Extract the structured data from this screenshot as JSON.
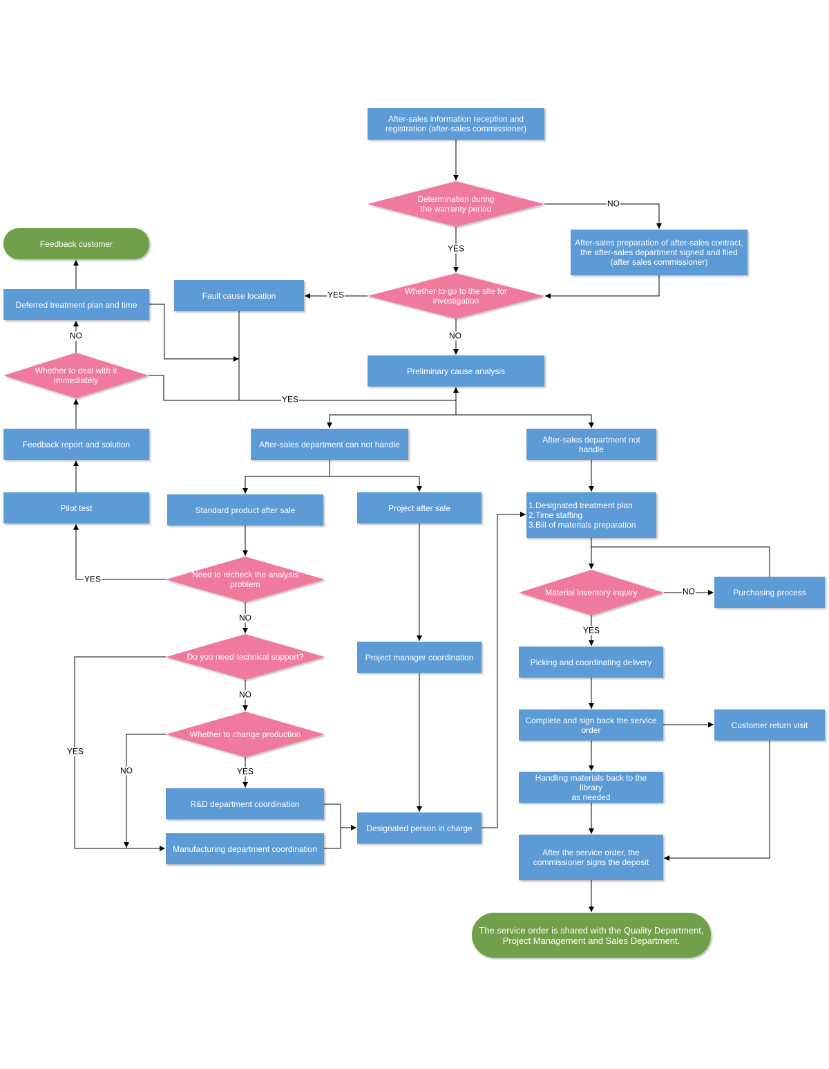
{
  "colors": {
    "process": "#5b9bd5",
    "decision": "#f07a9b",
    "terminal": "#70a04a",
    "line": "#000000"
  },
  "nodes": {
    "reception": "After-sales information reception and\nregistration (after-sales commissioner)",
    "warranty": "Determination during\nthe warranty period",
    "contract": "After-sales preparation of after-sales contract,\nthe after-sales department signed and filed\n(after sales commissioner)",
    "site": "Whether to go to the site for\ninvestigation",
    "fault": "Fault cause location",
    "preliminary": "Preliminary cause analysis",
    "feedback_customer": "Feedback customer",
    "deferred": "Deferred treatment plan and time",
    "deal_immediately": "Whether to deal with it\nimmediately",
    "feedback_report": "Feedback report and solution",
    "pilot": "Pilot test",
    "cannot_handle": "After-sales department can not handle",
    "not_handle": "After-sales department not handle",
    "standard": "Standard product after sale",
    "project_after": "Project after sale",
    "plan_list": "1.Designated treatment plan\n2.Time staffing\n3.Bill of materials preparation",
    "recheck": "Need to recheck the analysis\nproblem",
    "inventory": "Material inventory inquiry",
    "purchasing": "Purchasing process",
    "tech_support": "Do you need technical support?",
    "pm_coord": "Project manager coordination",
    "picking": "Picking and coordinating delivery",
    "change_production": "Whether to change production",
    "sign_back": "Complete and sign back the service\norder",
    "return_visit": "Customer return visit",
    "handling": "Handling materials back to the library\nas needed",
    "rd": "R&D department coordination",
    "designated": "Designated person in charge",
    "manufacturing": "Manufacturing department coordination",
    "deposit": "After the service order, the\ncommissioner signs the deposit",
    "shared": "The service order is shared with the Quality Department,\nProject Management and Sales Department."
  },
  "labels": {
    "warranty_no": "NO",
    "warranty_yes": "YES",
    "site_yes": "YES",
    "site_no": "NO",
    "deal_no": "NO",
    "deal_yes": "YES",
    "recheck_yes": "YES",
    "recheck_no": "NO",
    "inventory_no": "NO",
    "inventory_yes": "YES",
    "tech_yes": "YES",
    "tech_no": "NO",
    "change_no": "NO",
    "change_yes": "YES"
  }
}
